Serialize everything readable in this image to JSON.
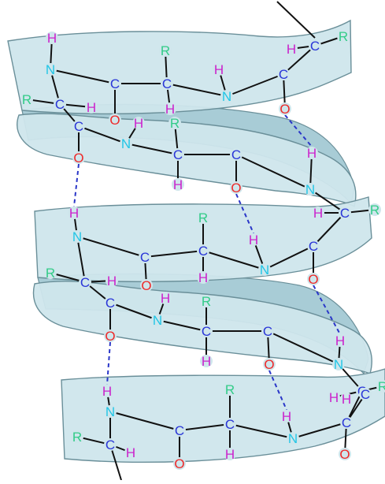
{
  "colors": {
    "ribbon_fill": "#cfe6ec",
    "ribbon_inner": "#a8ccd6",
    "ribbon_stroke": "#6a8f99",
    "backbone": "#111111",
    "hbond": "#2a36c8",
    "N": "#22c6e6",
    "C": "#2a36d8",
    "O": "#ee2a2a",
    "H": "#cc22cc",
    "R": "#33cc88"
  },
  "atoms": [
    {
      "id": "a1",
      "sym": "H",
      "el": "H"
    },
    {
      "id": "a2",
      "sym": "N",
      "el": "N"
    },
    {
      "id": "a3",
      "sym": "R",
      "el": "R"
    },
    {
      "id": "a4",
      "sym": "C",
      "el": "C"
    },
    {
      "id": "a5",
      "sym": "H",
      "el": "H"
    },
    {
      "id": "a6",
      "sym": "C",
      "el": "C"
    },
    {
      "id": "a7",
      "sym": "O",
      "el": "O"
    },
    {
      "id": "a8",
      "sym": "R",
      "el": "R"
    },
    {
      "id": "a9",
      "sym": "C",
      "el": "C"
    },
    {
      "id": "a10",
      "sym": "H",
      "el": "H"
    },
    {
      "id": "a11",
      "sym": "H",
      "el": "H"
    },
    {
      "id": "a12",
      "sym": "N",
      "el": "N"
    },
    {
      "id": "a13",
      "sym": "C",
      "el": "C"
    },
    {
      "id": "a14",
      "sym": "O",
      "el": "O"
    },
    {
      "id": "a15",
      "sym": "H",
      "el": "H"
    },
    {
      "id": "a16",
      "sym": "C",
      "el": "C"
    },
    {
      "id": "a17",
      "sym": "R",
      "el": "R"
    },
    {
      "id": "b1",
      "sym": "C",
      "el": "C"
    },
    {
      "id": "b2",
      "sym": "O",
      "el": "O"
    },
    {
      "id": "b3",
      "sym": "N",
      "el": "N"
    },
    {
      "id": "b4",
      "sym": "H",
      "el": "H"
    },
    {
      "id": "b5",
      "sym": "R",
      "el": "R"
    },
    {
      "id": "b6",
      "sym": "C",
      "el": "C"
    },
    {
      "id": "b7",
      "sym": "H",
      "el": "H"
    },
    {
      "id": "b8",
      "sym": "C",
      "el": "C"
    },
    {
      "id": "b9",
      "sym": "O",
      "el": "O"
    },
    {
      "id": "b10",
      "sym": "N",
      "el": "N"
    },
    {
      "id": "b11",
      "sym": "H",
      "el": "H"
    },
    {
      "id": "b12",
      "sym": "H",
      "el": "H"
    },
    {
      "id": "b13",
      "sym": "C",
      "el": "C"
    },
    {
      "id": "b14",
      "sym": "R",
      "el": "R"
    },
    {
      "id": "c1",
      "sym": "H",
      "el": "H"
    },
    {
      "id": "c2",
      "sym": "N",
      "el": "N"
    },
    {
      "id": "c3",
      "sym": "C",
      "el": "C"
    },
    {
      "id": "c4",
      "sym": "O",
      "el": "O"
    },
    {
      "id": "c5",
      "sym": "R",
      "el": "R"
    },
    {
      "id": "c6",
      "sym": "C",
      "el": "C"
    },
    {
      "id": "c7",
      "sym": "H",
      "el": "H"
    },
    {
      "id": "c8",
      "sym": "N",
      "el": "N"
    },
    {
      "id": "c9",
      "sym": "H",
      "el": "H"
    },
    {
      "id": "c10",
      "sym": "C",
      "el": "C"
    },
    {
      "id": "c11",
      "sym": "O",
      "el": "O"
    },
    {
      "id": "c12",
      "sym": "R",
      "el": "R"
    },
    {
      "id": "c13",
      "sym": "C",
      "el": "C"
    },
    {
      "id": "c14",
      "sym": "H",
      "el": "H"
    },
    {
      "id": "d1",
      "sym": "C",
      "el": "C"
    },
    {
      "id": "d2",
      "sym": "O",
      "el": "O"
    },
    {
      "id": "d3",
      "sym": "N",
      "el": "N"
    },
    {
      "id": "d4",
      "sym": "H",
      "el": "H"
    },
    {
      "id": "d5",
      "sym": "R",
      "el": "R"
    },
    {
      "id": "d6",
      "sym": "C",
      "el": "C"
    },
    {
      "id": "d7",
      "sym": "H",
      "el": "H"
    },
    {
      "id": "d8",
      "sym": "C",
      "el": "C"
    },
    {
      "id": "d9",
      "sym": "O",
      "el": "O"
    },
    {
      "id": "d10",
      "sym": "H",
      "el": "H"
    },
    {
      "id": "d11",
      "sym": "N",
      "el": "N"
    },
    {
      "id": "d12",
      "sym": "H",
      "el": "H"
    },
    {
      "id": "d13",
      "sym": "C",
      "el": "C"
    },
    {
      "id": "d14",
      "sym": "R",
      "el": "R"
    },
    {
      "id": "e1",
      "sym": "H",
      "el": "H"
    },
    {
      "id": "e2",
      "sym": "N",
      "el": "N"
    },
    {
      "id": "e3",
      "sym": "R",
      "el": "R"
    },
    {
      "id": "e4",
      "sym": "C",
      "el": "C"
    },
    {
      "id": "e5",
      "sym": "H",
      "el": "H"
    },
    {
      "id": "e6",
      "sym": "C",
      "el": "C"
    },
    {
      "id": "e7",
      "sym": "O",
      "el": "O"
    },
    {
      "id": "e8",
      "sym": "R",
      "el": "R"
    },
    {
      "id": "e9",
      "sym": "C",
      "el": "C"
    },
    {
      "id": "e10",
      "sym": "H",
      "el": "H"
    },
    {
      "id": "e11",
      "sym": "H",
      "el": "H"
    },
    {
      "id": "e12",
      "sym": "N",
      "el": "N"
    },
    {
      "id": "e13",
      "sym": "C",
      "el": "C"
    },
    {
      "id": "e14",
      "sym": "O",
      "el": "O"
    },
    {
      "id": "e15",
      "sym": "H",
      "el": "H"
    },
    {
      "id": "e16",
      "sym": "C",
      "el": "C"
    }
  ]
}
